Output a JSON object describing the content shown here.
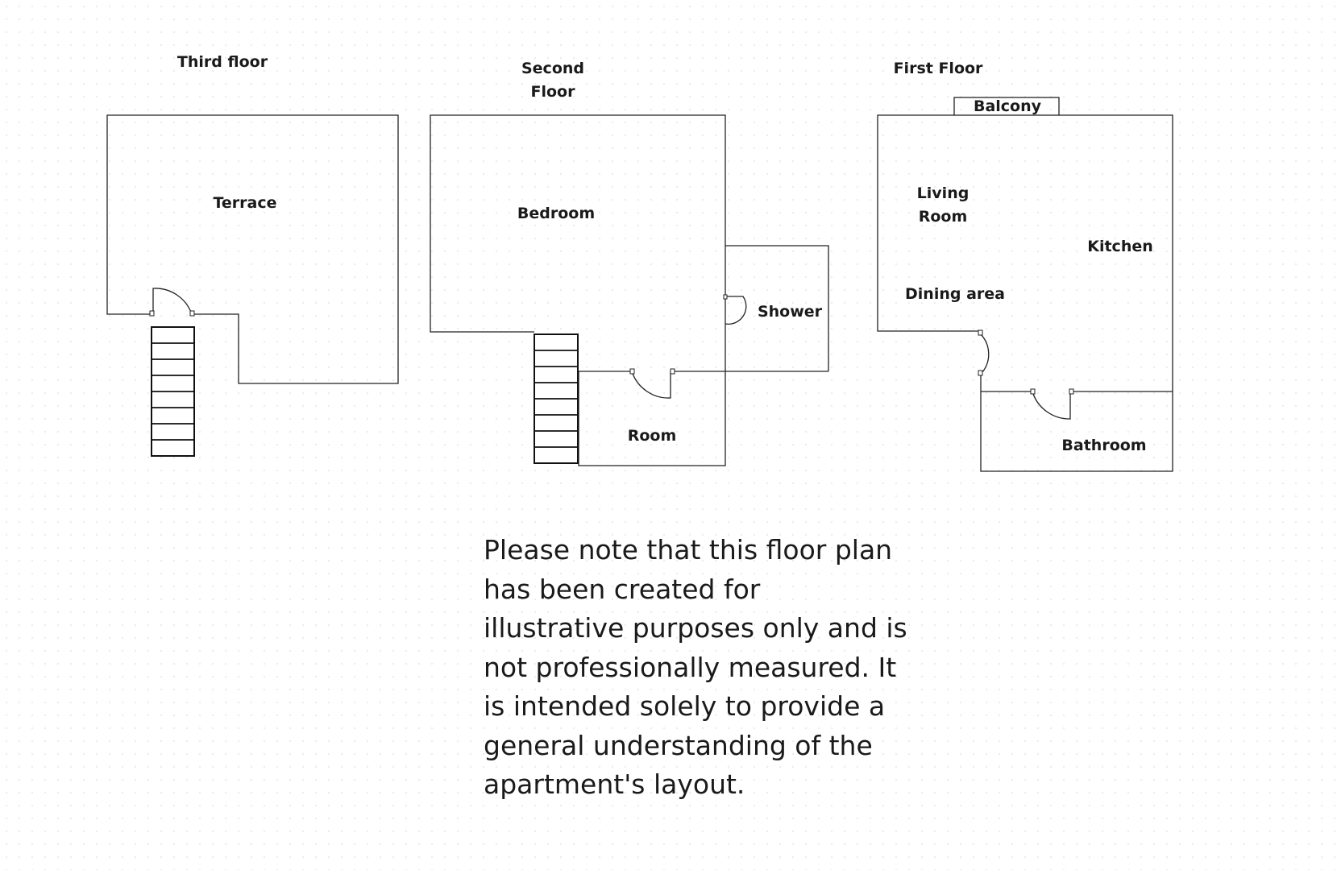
{
  "floors": {
    "third": {
      "title": "Third floor",
      "rooms": {
        "terrace": "Terrace"
      }
    },
    "second": {
      "title_line1": "Second",
      "title_line2": "Floor",
      "rooms": {
        "bedroom": "Bedroom",
        "shower": "Shower",
        "room": "Room"
      }
    },
    "first": {
      "title": "First Floor",
      "rooms": {
        "balcony": "Balcony",
        "living_line1": "Living",
        "living_line2": "Room",
        "kitchen": "Kitchen",
        "dining": "Dining area",
        "bathroom": "Bathroom"
      }
    }
  },
  "disclaimer": {
    "lines": [
      "Please note that this floor plan",
      "has been created for",
      "illustrative purposes only and is",
      "not professionally measured. It",
      "is intended solely to provide a",
      "general understanding of the",
      "apartment's layout."
    ]
  }
}
